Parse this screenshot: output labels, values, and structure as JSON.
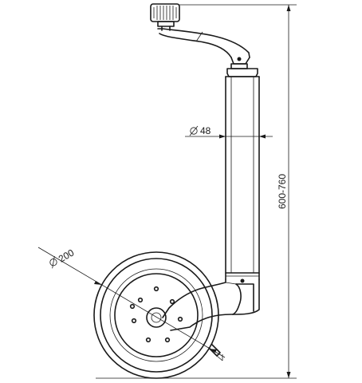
{
  "dimensions": {
    "tube_diameter": "48",
    "wheel_diameter": "200",
    "height_range": "600-760",
    "diameter_symbol": "⌀"
  }
}
